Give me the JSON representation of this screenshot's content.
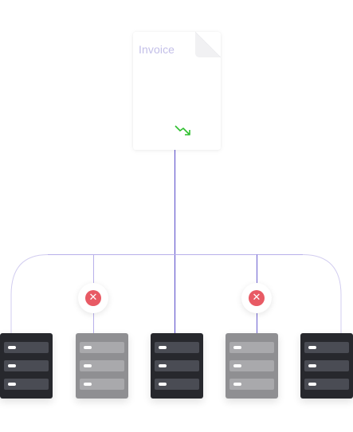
{
  "document": {
    "title": "Invoice",
    "title_color": "#c3bfe8",
    "trend_icon": "trending-down-icon",
    "trend_color": "#2fbf2f"
  },
  "colors": {
    "connector": "#6b5fd0",
    "connector_faint": "#d2cdf0",
    "server_online": "#27282d",
    "server_offline": "#8f8f92",
    "error": "#e85a64"
  },
  "servers": [
    {
      "status": "online"
    },
    {
      "status": "offline"
    },
    {
      "status": "online"
    },
    {
      "status": "offline"
    },
    {
      "status": "online"
    }
  ],
  "error_badge": {
    "symbol": "✕"
  }
}
